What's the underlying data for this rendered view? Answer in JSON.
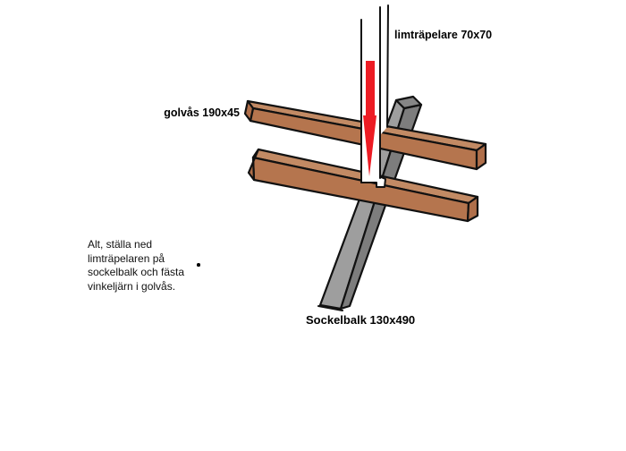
{
  "diagram": {
    "labels": {
      "post": "limträpelare 70x70",
      "floor_joist": "golvås 190x45",
      "sill_beam": "Sockelbalk 130x490"
    },
    "note_lines": [
      "Alt, ställa ned",
      "limträpelaren på",
      "sockelbalk och fästa",
      "vinkeljärn i golvås."
    ],
    "colors": {
      "wood_front": "#b5754e",
      "wood_top": "#c28a64",
      "wood_end": "#b06f4a",
      "gray_front": "#9e9e9e",
      "gray_side": "#7d7d7d",
      "gray_end": "#868686",
      "post_face": "#ffffff",
      "arrow": "#ed1c24"
    }
  }
}
